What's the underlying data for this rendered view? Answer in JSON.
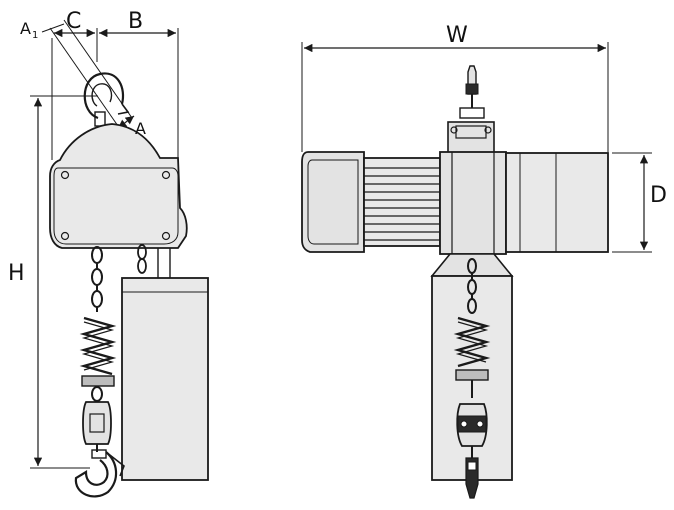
{
  "labels": {
    "a1_main": "A",
    "a1_sub": "1",
    "c": "C",
    "b": "B",
    "a": "A",
    "h": "H",
    "w": "W",
    "d": "D"
  },
  "colors": {
    "line": "#1a1a1a",
    "body_fill": "#e3e3e3",
    "body_fill_dark": "#bdbdbd",
    "spring_fill": "#2a2a2a"
  }
}
